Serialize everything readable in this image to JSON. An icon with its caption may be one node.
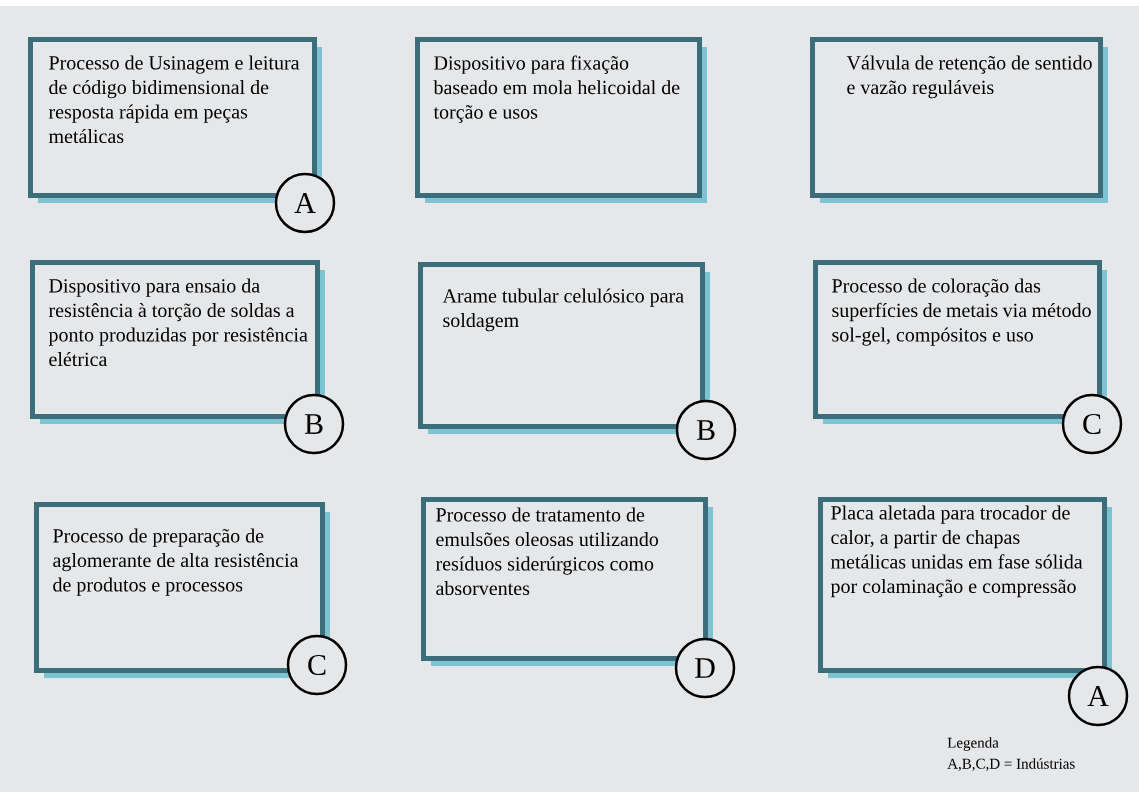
{
  "diagram": {
    "nodes": [
      {
        "text": [
          "Processo de Usinagem e leitura de código bidimensional de resposta rápida em peças metálicas"
        ]
      },
      {
        "text": [
          "A"
        ]
      },
      {
        "text": [
          "Dispositivo para fixação baseado em mola helicoidal de torção e usos"
        ]
      },
      {
        "text": [
          "Válvula de retenção de sentido e vazão reguláveis"
        ]
      },
      {
        "text": [
          "Dispositivo para ensaio da resistência à torção de soldas a ponto produzidas por resistência elétrica"
        ]
      },
      {
        "text": [
          "B"
        ]
      },
      {
        "text": [
          "Arame tubular celulósico para soldagem"
        ]
      },
      {
        "text": [
          "B"
        ]
      },
      {
        "text": [
          "Processo de coloração das superfícies de metais via método sol-gel, compósitos e uso"
        ]
      },
      {
        "text": [
          "C"
        ]
      },
      {
        "text": [
          "Processo de preparação de aglomerante de alta resistência de produtos e processos"
        ]
      },
      {
        "text": [
          "C"
        ]
      },
      {
        "text": [
          "Processo de tratamento de emulsões oleosas utilizando resíduos siderúrgicos como absorventes"
        ]
      },
      {
        "text": [
          "D"
        ]
      },
      {
        "text": [
          "Placa aletada para trocador de calor, a partir de chapas metálicas unidas em fase sólida por colaminação e compressão"
        ]
      },
      {
        "text": [
          "A"
        ]
      }
    ],
    "labels": [
      "Legenda",
      "A,B,C,D = Indústrias"
    ]
  }
}
